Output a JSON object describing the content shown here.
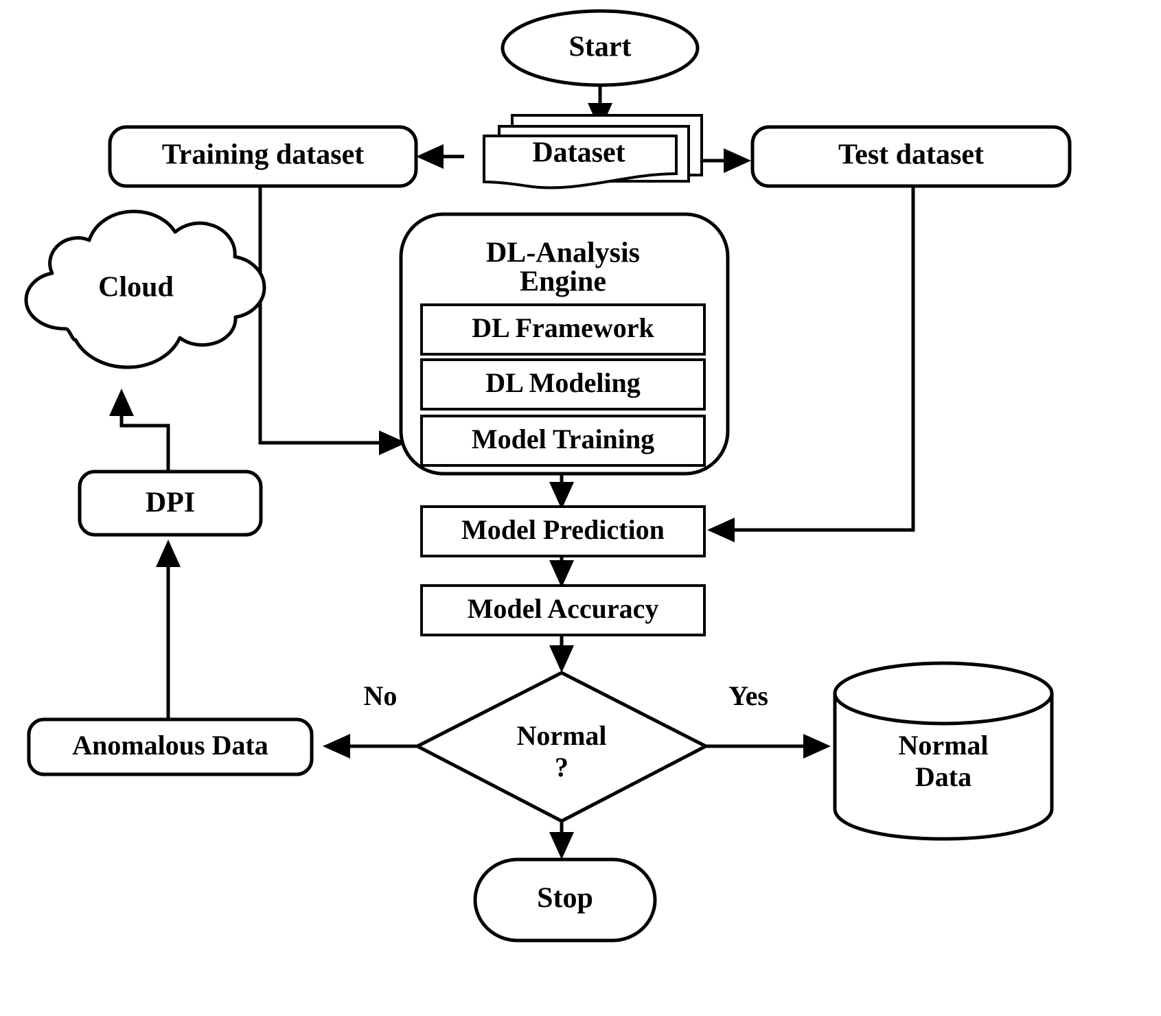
{
  "diagram": {
    "title": "DL-based anomaly detection flowchart",
    "colors": {
      "stroke": "#000000",
      "fill": "#ffffff",
      "text": "#000000"
    },
    "nodes": {
      "start": {
        "label": "Start",
        "shape": "ellipse"
      },
      "dataset": {
        "label": "Dataset",
        "shape": "multi-document"
      },
      "training_dataset": {
        "label": "Training dataset",
        "shape": "rounded-rectangle"
      },
      "test_dataset": {
        "label": "Test dataset",
        "shape": "rounded-rectangle"
      },
      "engine": {
        "label_line1": "DL-Analysis",
        "label_line2": "Engine",
        "shape": "rounded-container"
      },
      "dl_framework": {
        "label": "DL Framework",
        "shape": "rectangle"
      },
      "dl_modeling": {
        "label": "DL Modeling",
        "shape": "rectangle"
      },
      "model_training": {
        "label": "Model Training",
        "shape": "rectangle"
      },
      "model_prediction": {
        "label": "Model Prediction",
        "shape": "rectangle"
      },
      "model_accuracy": {
        "label": "Model Accuracy",
        "shape": "rectangle"
      },
      "decision": {
        "label_line1": "Normal",
        "label_line2": "?",
        "shape": "diamond"
      },
      "anomalous_data": {
        "label": "Anomalous Data",
        "shape": "rounded-rectangle"
      },
      "normal_data": {
        "label_line1": "Normal",
        "label_line2": "Data",
        "shape": "cylinder"
      },
      "dpi": {
        "label": "DPI",
        "shape": "rounded-rectangle"
      },
      "cloud": {
        "label": "Cloud",
        "shape": "cloud"
      },
      "stop": {
        "label": "Stop",
        "shape": "stadium"
      }
    },
    "edge_labels": {
      "no": "No",
      "yes": "Yes"
    },
    "edges": [
      {
        "from": "start",
        "to": "dataset",
        "label": ""
      },
      {
        "from": "dataset",
        "to": "training_dataset",
        "label": ""
      },
      {
        "from": "dataset",
        "to": "test_dataset",
        "label": ""
      },
      {
        "from": "training_dataset",
        "to": "model_training",
        "label": ""
      },
      {
        "from": "engine",
        "to": "model_prediction",
        "label": ""
      },
      {
        "from": "test_dataset",
        "to": "model_prediction",
        "label": ""
      },
      {
        "from": "model_prediction",
        "to": "model_accuracy",
        "label": ""
      },
      {
        "from": "model_accuracy",
        "to": "decision",
        "label": ""
      },
      {
        "from": "decision",
        "to": "anomalous_data",
        "label": "No"
      },
      {
        "from": "decision",
        "to": "normal_data",
        "label": "Yes"
      },
      {
        "from": "decision",
        "to": "stop",
        "label": ""
      },
      {
        "from": "anomalous_data",
        "to": "dpi",
        "label": ""
      },
      {
        "from": "dpi",
        "to": "cloud",
        "label": ""
      }
    ]
  }
}
